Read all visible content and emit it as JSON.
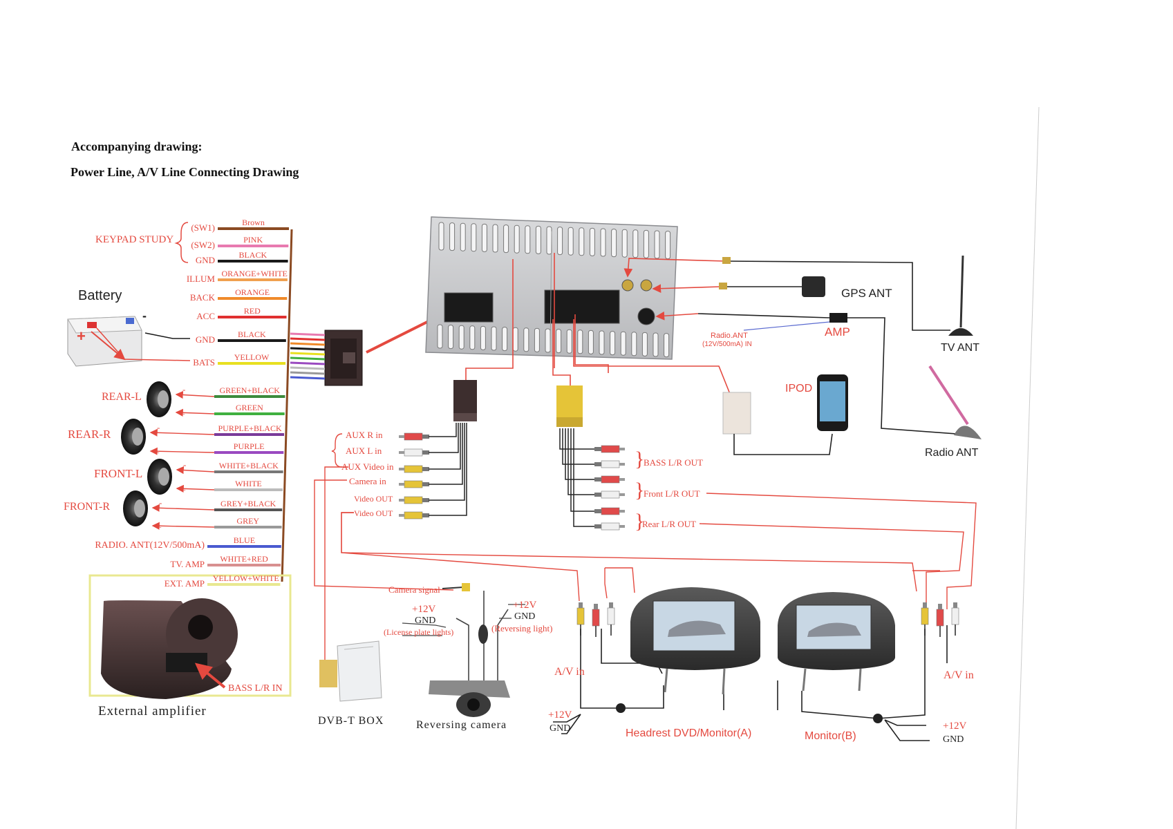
{
  "heading": {
    "line1": "Accompanying drawing:",
    "line2": "Power Line, A/V Line Connecting Drawing"
  },
  "harness": {
    "keypad_group_label": "KEYPAD STUDY",
    "rows": [
      {
        "pin": "(SW1)",
        "wire": "Brown",
        "color": "#8b4a22"
      },
      {
        "pin": "(SW2)",
        "wire": "PINK",
        "color": "#e87ab0"
      },
      {
        "pin": "GND",
        "wire": "BLACK",
        "color": "#1a1a1a"
      },
      {
        "pin": "ILLUM",
        "wire": "ORANGE+WHITE",
        "color": "#f0a050"
      },
      {
        "pin": "BACK",
        "wire": "ORANGE",
        "color": "#f08a2a"
      },
      {
        "pin": "ACC",
        "wire": "RED",
        "color": "#e03030"
      },
      {
        "pin": "GND",
        "wire": "BLACK",
        "color": "#1a1a1a"
      },
      {
        "pin": "BATS",
        "wire": "YELLOW",
        "color": "#e8e020"
      },
      {
        "pin": "",
        "wire": "GREEN+BLACK",
        "color": "#3c8a3c"
      },
      {
        "pin": "",
        "wire": "GREEN",
        "color": "#40b040"
      },
      {
        "pin": "",
        "wire": "PURPLE+BLACK",
        "color": "#7a3a9a"
      },
      {
        "pin": "",
        "wire": "PURPLE",
        "color": "#9a4ac0"
      },
      {
        "pin": "",
        "wire": "WHITE+BLACK",
        "color": "#777777"
      },
      {
        "pin": "",
        "wire": "WHITE",
        "color": "#bbbbbb"
      },
      {
        "pin": "",
        "wire": "GREY+BLACK",
        "color": "#555555"
      },
      {
        "pin": "",
        "wire": "GREY",
        "color": "#999999"
      },
      {
        "pin": "RADIO. ANT(12V/500mA)",
        "wire": "BLUE",
        "color": "#4a5ad0"
      },
      {
        "pin": "TV. AMP",
        "wire": "WHITE+RED",
        "color": "#d89090"
      },
      {
        "pin": "EXT. AMP",
        "wire": "YELLOW+WHITE",
        "color": "#e8e890"
      }
    ]
  },
  "battery": {
    "label": "Battery",
    "plus": "+",
    "minus": "-"
  },
  "speakers": [
    {
      "label": "REAR-L"
    },
    {
      "label": "REAR-R"
    },
    {
      "label": "FRONT-L"
    },
    {
      "label": "FRONT-R"
    }
  ],
  "antennas": {
    "gps": "GPS ANT",
    "tv": "TV ANT",
    "radio": "Radio ANT",
    "amp": "AMP",
    "radio_ant_in_1": "Radio.ANT",
    "radio_ant_in_2": "(12V/500mA) IN"
  },
  "ipod": {
    "label": "IPOD"
  },
  "rca_inputs": {
    "aux_r": "AUX R in",
    "aux_l": "AUX L in",
    "aux_video": "AUX Video in",
    "camera_in": "Camera in",
    "video_out_1": "Video OUT",
    "video_out_2": "Video OUT"
  },
  "rca_outputs": {
    "bass": "BASS L/R OUT",
    "front": "Front L/R OUT",
    "rear": "Rear L/R OUT"
  },
  "camera": {
    "signal": "Camera signal",
    "left_12v": "+12V",
    "left_gnd": "GND",
    "left_note": "(License plate lights)",
    "right_12v": "+12V",
    "right_gnd": "GND",
    "right_note": "(Reversing light)",
    "label": "Reversing camera"
  },
  "dvbt": {
    "label": "DVB-T BOX"
  },
  "amplifier": {
    "label": "External amplifier",
    "bass_in": "BASS L/R IN"
  },
  "monitors": {
    "a_label": "Headrest DVD/Monitor(A)",
    "b_label": "Monitor(B)",
    "av_in_left": "A/V in",
    "av_in_right": "A/V in",
    "left_12v": "+12V",
    "left_gnd": "GND",
    "right_12v": "+12V",
    "right_gnd": "GND"
  }
}
